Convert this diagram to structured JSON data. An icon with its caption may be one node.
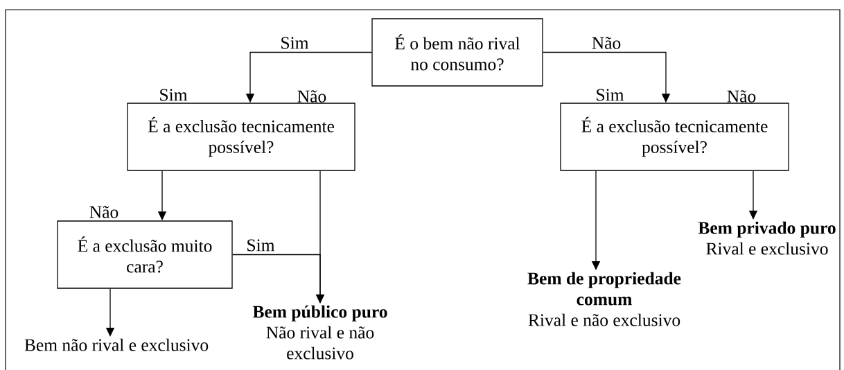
{
  "diagram": {
    "nodes": [
      {
        "text": [
          "É o bem não rival no consumo?"
        ]
      },
      {
        "text": [
          "É a exclusão tecnicamente possível?"
        ]
      },
      {
        "text": [
          "É a exclusão tecnicamente possível?"
        ]
      },
      {
        "text": [
          "É a exclusão muito cara?"
        ]
      },
      {
        "text": [
          "Bem público puro",
          "Não rival e não exclusivo"
        ]
      },
      {
        "text": [
          "Bem não rival e exclusivo"
        ]
      },
      {
        "text": [
          "Bem de propriedade comum",
          "Rival e não exclusivo"
        ]
      },
      {
        "text": [
          "Bem privado puro",
          "Rival e exclusivo"
        ]
      }
    ],
    "edges": [
      {
        "from": 0,
        "to": 1,
        "arrow": "to",
        "label": "Sim"
      },
      {
        "from": 0,
        "to": 2,
        "arrow": "to",
        "label": "Não"
      },
      {
        "from": 1,
        "to": 3,
        "arrow": "to",
        "label": "Não"
      },
      {
        "from": 1,
        "to": 4,
        "arrow": "to"
      },
      {
        "from": 3,
        "to": 4,
        "arrow": "to",
        "label": "Sim"
      },
      {
        "from": 3,
        "to": 5,
        "arrow": "to"
      },
      {
        "from": 2,
        "to": 6,
        "arrow": "to"
      },
      {
        "from": 2,
        "to": 7,
        "arrow": "to"
      }
    ],
    "labels": [
      "Sim",
      "Não",
      "Sim",
      "Não"
    ]
  }
}
